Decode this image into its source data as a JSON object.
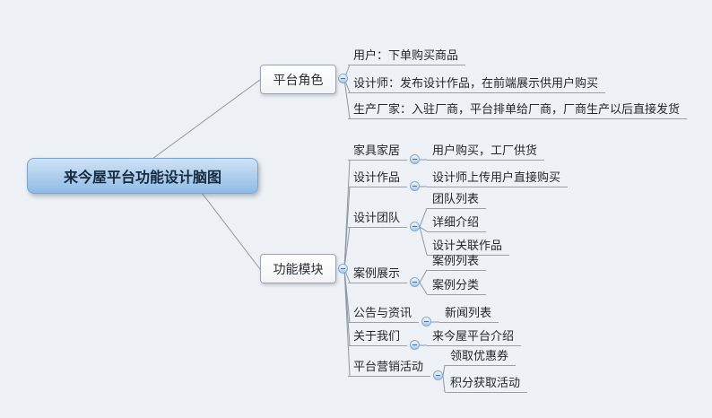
{
  "root": {
    "label": "来今屋平台功能设计脑图"
  },
  "branches": [
    {
      "label": "平台角色",
      "children": [
        {
          "label": "用户：下单购买商品"
        },
        {
          "label": "设计师：发布设计作品，在前端展示供用户购买"
        },
        {
          "label": "生产厂家：入驻厂商，平台排单给厂商，厂商生产以后直接发货"
        }
      ]
    },
    {
      "label": "功能模块",
      "children": [
        {
          "label": "家具家居",
          "children": [
            {
              "label": "用户购买，工厂供货"
            }
          ]
        },
        {
          "label": "设计作品",
          "children": [
            {
              "label": "设计师上传用户直接购买"
            }
          ]
        },
        {
          "label": "设计团队",
          "children": [
            {
              "label": "团队列表"
            },
            {
              "label": "详细介绍"
            },
            {
              "label": "设计关联作品"
            }
          ]
        },
        {
          "label": "案例展示",
          "children": [
            {
              "label": "案例列表"
            },
            {
              "label": "案例分类"
            }
          ]
        },
        {
          "label": "公告与资讯",
          "children": [
            {
              "label": "新闻列表"
            }
          ]
        },
        {
          "label": "关于我们",
          "children": [
            {
              "label": "来今屋平台介绍"
            }
          ]
        },
        {
          "label": "平台营销活动",
          "children": [
            {
              "label": "领取优惠券"
            },
            {
              "label": "积分获取活动"
            }
          ]
        }
      ]
    }
  ],
  "icons": {
    "collapse": "minus-in-circle"
  },
  "colors": {
    "background": "#edf0f4",
    "root_fill_top": "#cfe2f5",
    "root_fill_bottom": "#8fbbe6",
    "root_border": "#76a3cd",
    "branch_border": "#9aa2ab",
    "connector": "#8d97a0",
    "underline": "#9aa0a6"
  }
}
